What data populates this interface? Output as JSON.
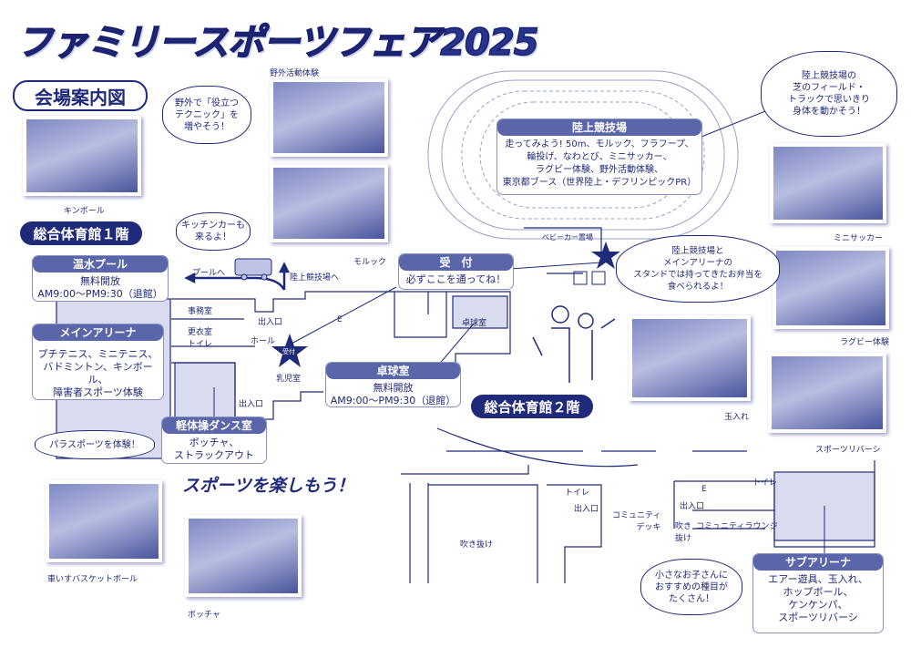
{
  "title": "ファミリースポーツフェア2025",
  "venue_guide": "会場案内図",
  "floor1": "総合体育館１階",
  "floor2": "総合体育館２階",
  "slogan": "スポーツを楽しもう！",
  "photos": {
    "kinball": "キンボール",
    "outdoor": "野外活動体験",
    "molkky": "モルック",
    "mini_soccer": "ミニサッカー",
    "rugby": "ラグビー体験",
    "tamaire": "玉入れ",
    "reversi": "スポーツリバーシ",
    "wheelchair": "車いすバスケットボール",
    "boccia": "ボッチャ"
  },
  "bubbles": {
    "outdoor": "野外で「役立つ\nテクニック」を\n増やそう！",
    "kitchen": "キッチンカーも\n来るよ！",
    "para": "パラスポーツを体験！",
    "field": "陸上競技場の\n芝のフィールド・\nトラックで思いきり\n身体を動かそう！",
    "bento": "陸上競技場と\nメインアリーナの\nスタンドでは持ってきたお弁当を\n食べられるよ！",
    "kids": "小さなお子さんに\nおすすめの種目が\nたくさん！"
  },
  "areas": {
    "pool": {
      "title": "温水プール",
      "body": "無料開放\nAM9:00〜PM9:30（退館）"
    },
    "main_arena": {
      "title": "メインアリーナ",
      "body": "プチテニス、ミニテニス、\nバドミントン、キンボール、\n障害者スポーツ体験"
    },
    "dance": {
      "title": "軽体操ダンス室",
      "body": "ボッチャ、\nストラックアウト"
    },
    "table_tennis": {
      "title": "卓球室",
      "body": "無料開放\nAM9:00〜PM9:30（退館）"
    },
    "reception": {
      "title": "受　付",
      "body": "必ずここを通ってね！"
    },
    "stadium": {
      "title": "陸上競技場",
      "body": "走ってみよう! 50m、モルック、フラフープ、\n輪投げ、なわとび、ミニサッカー、\nラグビー体験、野外活動体験、\n東京都ブース（世界陸上・デフリンピックPR）"
    },
    "sub_arena": {
      "title": "サブアリーナ",
      "body": "エアー遊具、玉入れ、\nホップボール、\nケンケンパ、\nスポーツリバーシ"
    }
  },
  "map_labels": {
    "to_pool": "プールへ",
    "to_stadium": "陸上競技場へ",
    "office": "事務室",
    "locker": "更衣室",
    "toilet": "トイレ",
    "entrance": "出入口",
    "hall": "ホール",
    "nursing": "乳児室",
    "tt_room": "卓球室",
    "reception_star": "受付",
    "stroller": "ベビーカー置場",
    "elevator": "E",
    "void": "吹き抜け",
    "deck": "コミュニティ\nデッキ",
    "lounge": "コミュニティラウンジ",
    "void_v": "吹き\n抜け"
  },
  "colors": {
    "navy": "#1f2a7a",
    "accent": "#5b65aa",
    "fill": "#d9dcef"
  }
}
